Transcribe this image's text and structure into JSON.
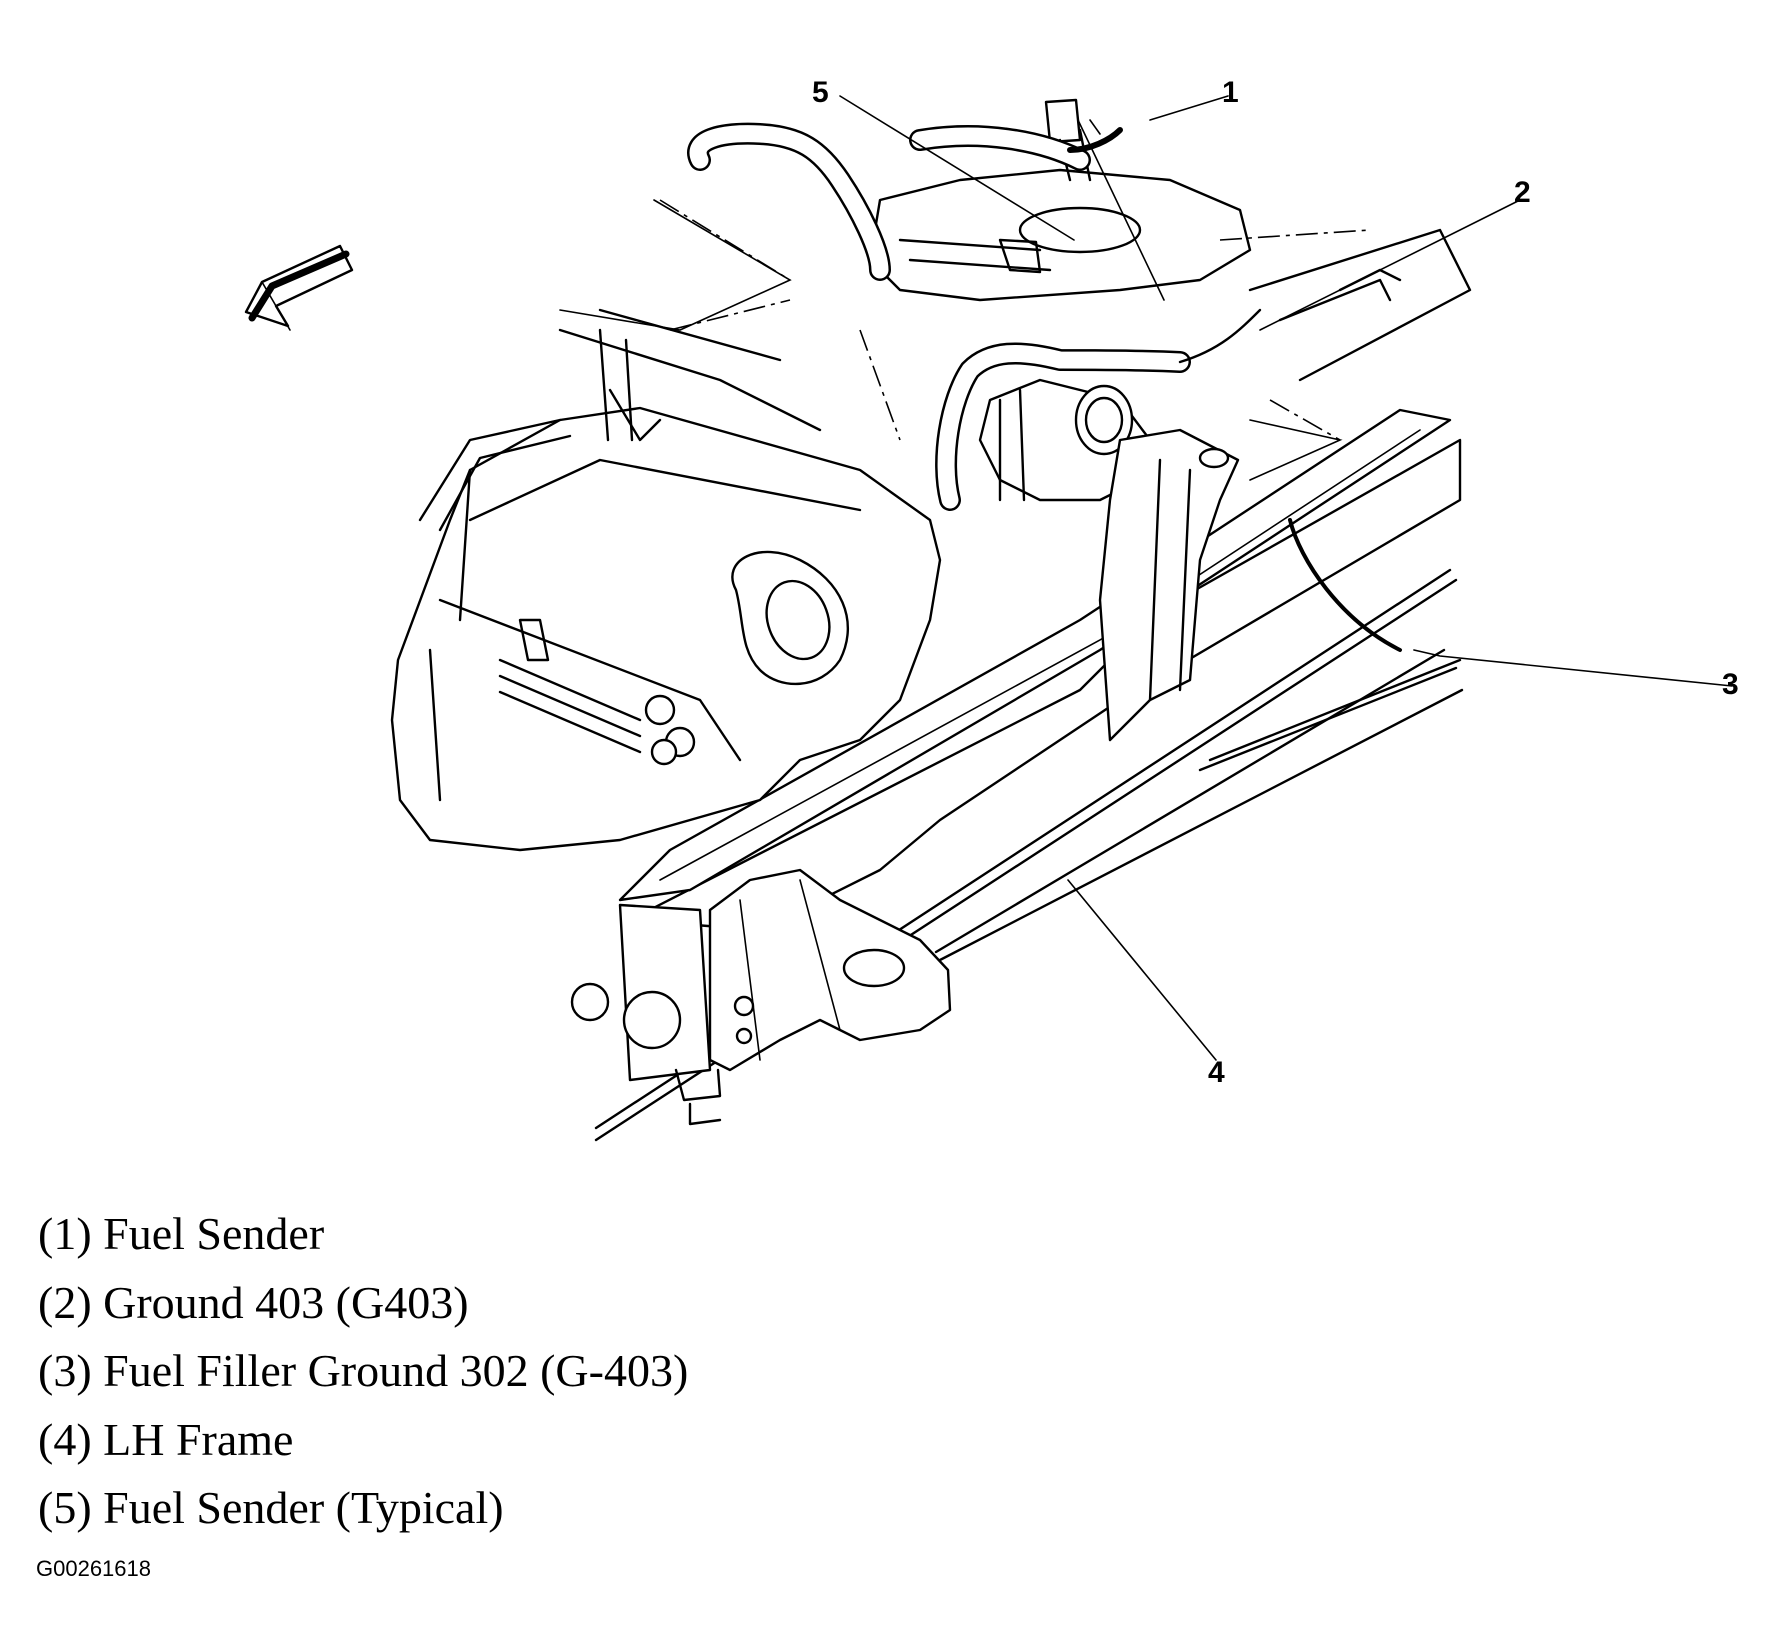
{
  "callouts": [
    {
      "id": "1",
      "label": "1"
    },
    {
      "id": "2",
      "label": "2"
    },
    {
      "id": "3",
      "label": "3"
    },
    {
      "id": "4",
      "label": "4"
    },
    {
      "id": "5",
      "label": "5"
    }
  ],
  "legend": [
    "(1) Fuel Sender",
    "(2) Ground 403 (G403)",
    "(3) Fuel Filler Ground 302 (G-403)",
    "(4) LH Frame",
    "(5) Fuel Sender (Typical)"
  ],
  "figure_id": "G00261618",
  "icons": [
    "direction-arrow-icon"
  ]
}
